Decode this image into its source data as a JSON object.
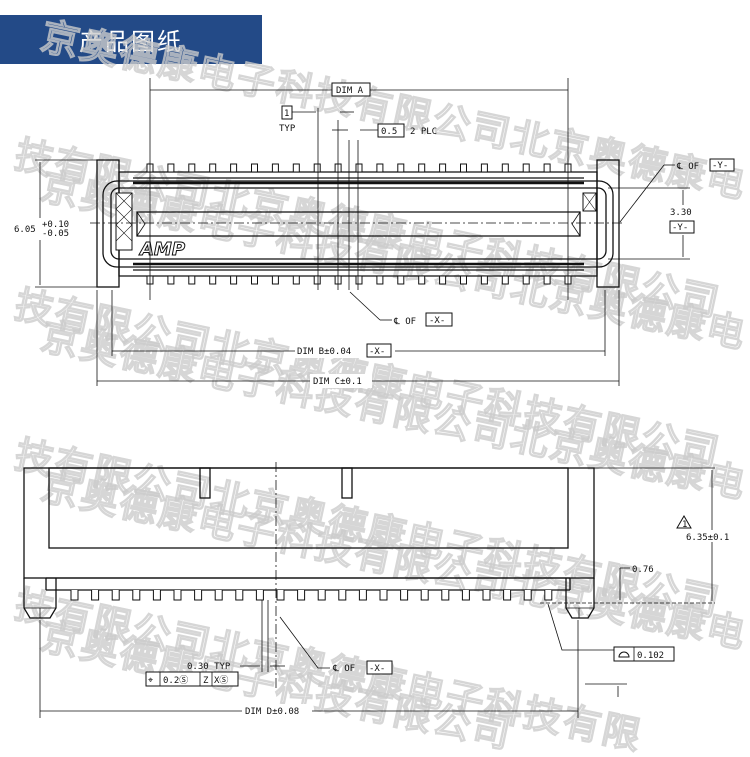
{
  "header": {
    "title": "产品图纸"
  },
  "watermark": {
    "text": "北京奥德康电子科技有限公司"
  },
  "top_view": {
    "dim_a": "DIM A",
    "pitch_box": "1",
    "typ": "TYP",
    "spacing_box": "0.5",
    "spacing_note": "2 PLC",
    "height_dim": "6.05",
    "height_tol_plus": "+0.10",
    "height_tol_minus": "-0.05",
    "cl_y_label": "℄ OF",
    "datum_y": "-Y-",
    "width_inner": "3.30",
    "cl_x_label": "℄ OF",
    "datum_x": "-X-",
    "dim_b": "DIM B±0.04",
    "dim_c": "DIM C±0.1",
    "logo": "AMP"
  },
  "side_view": {
    "height_dim": "6.35±0.1",
    "note_flag": "1",
    "standoff": "0.76",
    "flatness_value": "0.102",
    "lead_width": "0.30 TYP",
    "position_tol": [
      "⌖",
      "0.2Ⓢ",
      "Z",
      "XⓈ"
    ],
    "cl_x_label": "℄ OF",
    "datum_x": "-X-",
    "dim_d": "DIM D±0.08"
  }
}
